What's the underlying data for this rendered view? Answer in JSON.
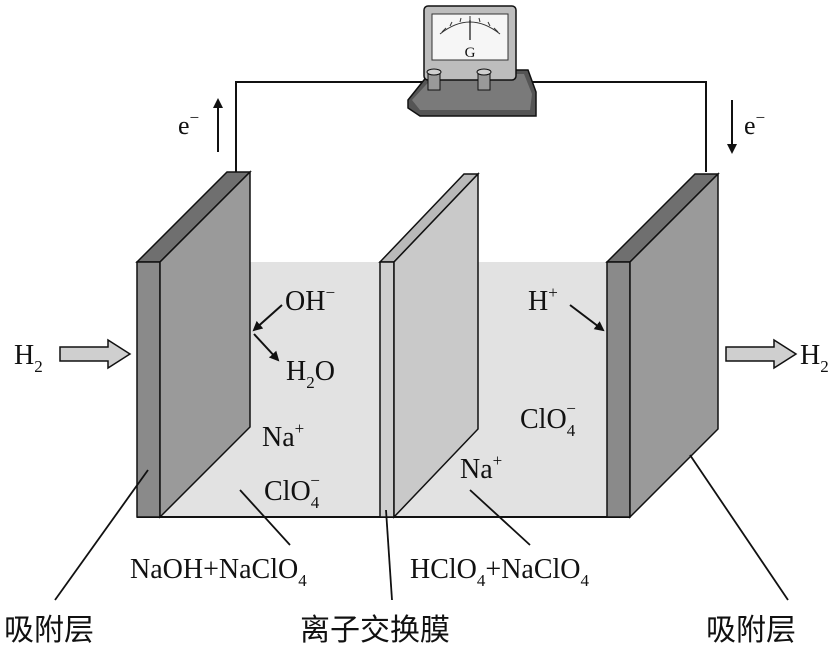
{
  "meter": {
    "label": "G"
  },
  "electrons": {
    "left": "e",
    "right": "e",
    "charge": "−"
  },
  "gas": {
    "left": "H",
    "right": "H",
    "subscript": "2"
  },
  "left_cell": {
    "ion_oh": "OH",
    "oh_charge": "−",
    "water_h": "H",
    "water_sub": "2",
    "water_o": "O",
    "na": "Na",
    "na_charge": "+",
    "clo": "ClO",
    "clo_sub": "4",
    "clo_charge": "−",
    "solution_a": "NaOH+NaClO",
    "solution_sub": "4"
  },
  "right_cell": {
    "h_ion": "H",
    "h_charge": "+",
    "clo": "ClO",
    "clo_sub": "4",
    "clo_charge": "−",
    "na": "Na",
    "na_charge": "+",
    "solution_a": "HClO",
    "solution_sub1": "4",
    "solution_b": "+NaClO",
    "solution_sub2": "4"
  },
  "labels": {
    "adsorption_left": "吸附层",
    "membrane": "离子交换膜",
    "adsorption_right": "吸附层"
  }
}
